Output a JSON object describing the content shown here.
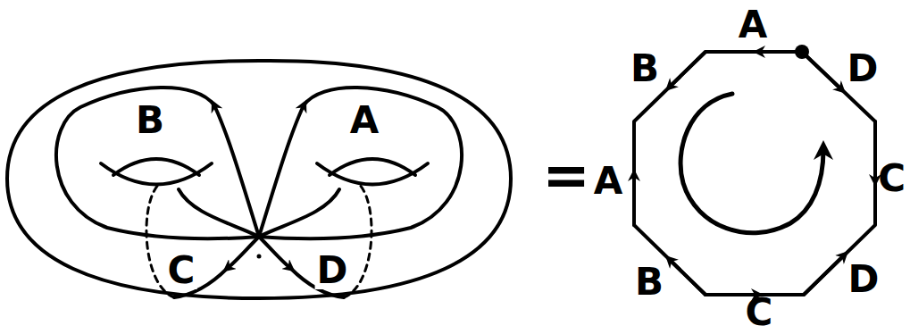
{
  "diagram": {
    "labels": [
      "B",
      "A",
      "C",
      "D",
      "=",
      "A",
      "B",
      "D",
      "A",
      "C",
      "B",
      "D",
      "C"
    ]
  }
}
